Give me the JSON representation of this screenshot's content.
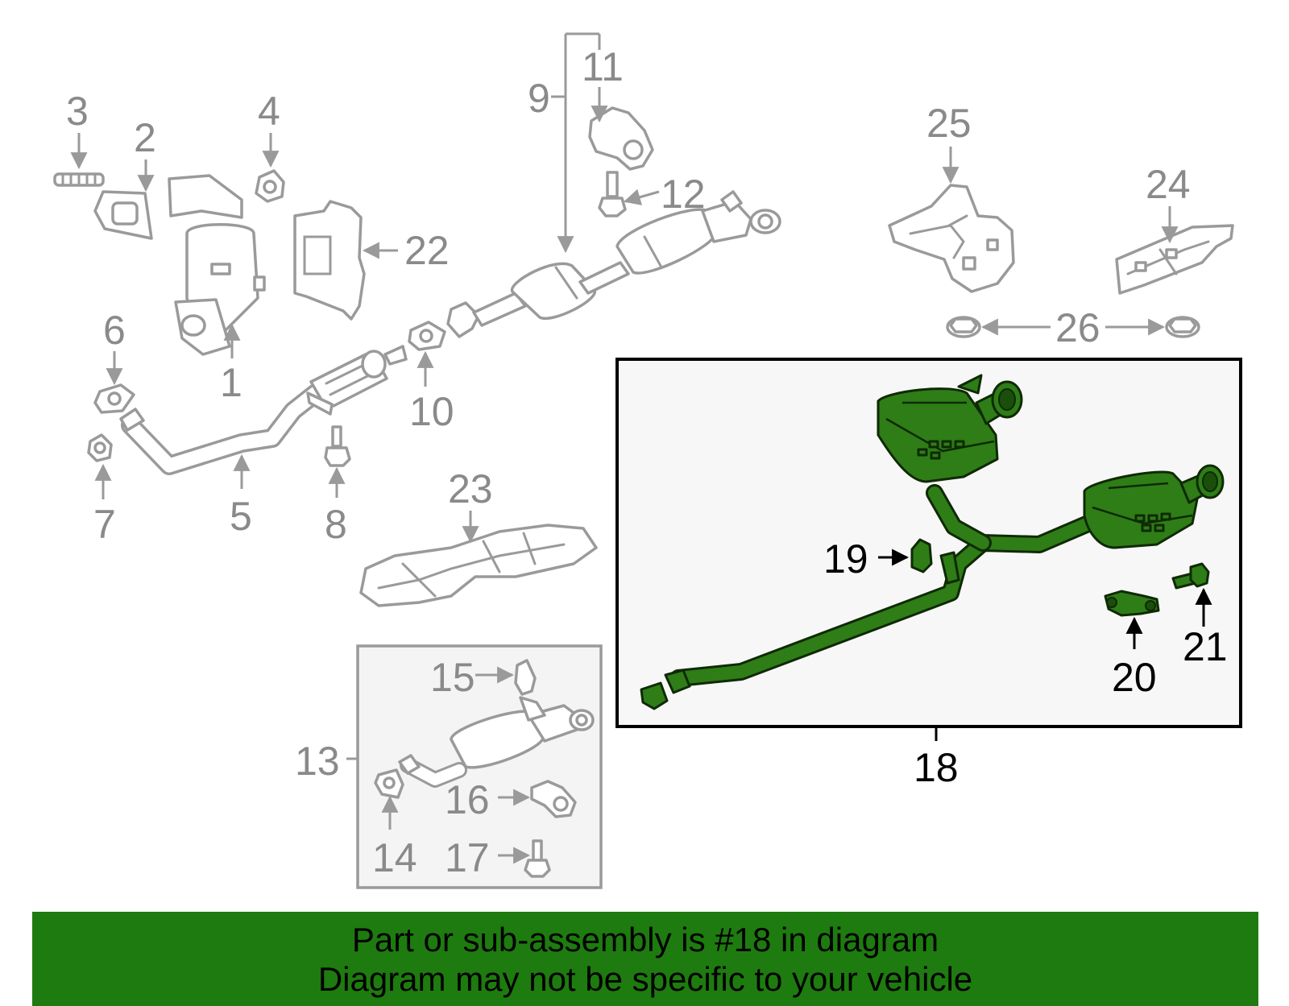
{
  "callouts": {
    "c1": "1",
    "c2": "2",
    "c3": "3",
    "c4": "4",
    "c5": "5",
    "c6": "6",
    "c7": "7",
    "c8": "8",
    "c9": "9",
    "c10": "10",
    "c11": "11",
    "c12": "12",
    "c13": "13",
    "c14": "14",
    "c15": "15",
    "c16": "16",
    "c17": "17",
    "c18": "18",
    "c19": "19",
    "c20": "20",
    "c21": "21",
    "c22": "22",
    "c23": "23",
    "c24": "24",
    "c25": "25",
    "c26": "26"
  },
  "highlight": {
    "part_number": "18",
    "color": "#2e7d17"
  },
  "footer": {
    "line1": "Part or sub-assembly is #18 in diagram",
    "line2": "Diagram may not be specific to your vehicle",
    "background": "#1e7b0f"
  }
}
